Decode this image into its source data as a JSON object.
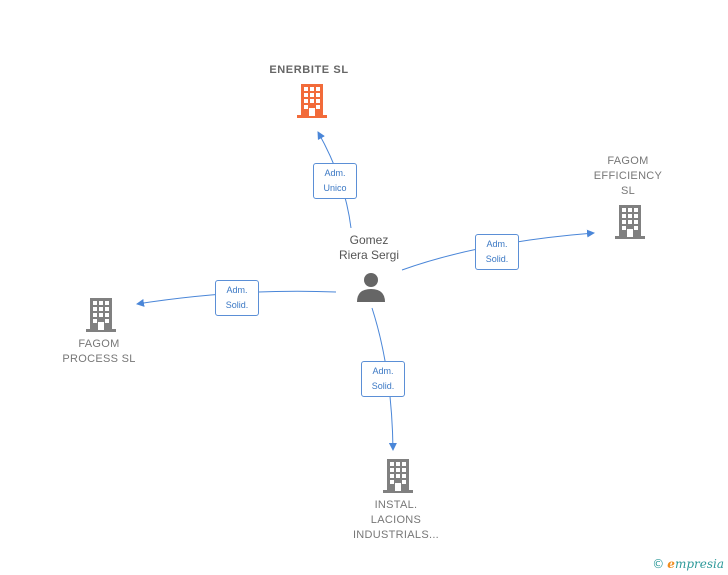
{
  "person": {
    "name": "Gomez\nRiera Sergi"
  },
  "companies": {
    "enerbite": {
      "name": "ENERBITE  SL",
      "highlight": true
    },
    "fagom_efficiency": {
      "name": "FAGOM\nEFFICIENCY\nSL"
    },
    "fagom_process": {
      "name": "FAGOM\nPROCESS  SL"
    },
    "instal": {
      "name": "INSTAL.\nLACIONS\nINDUSTRIALS..."
    }
  },
  "edges": {
    "enerbite": {
      "label": "Adm.\nUnico"
    },
    "fagom_efficiency": {
      "label": "Adm.\nSolid."
    },
    "fagom_process": {
      "label": "Adm.\nSolid."
    },
    "instal": {
      "label": "Adm.\nSolid."
    }
  },
  "colors": {
    "edge": "#4a86d8",
    "company": "#808080",
    "highlight": "#f26b3a",
    "person": "#666666"
  },
  "branding": {
    "copyright": "©",
    "initial": "e",
    "rest": "mpresia"
  }
}
